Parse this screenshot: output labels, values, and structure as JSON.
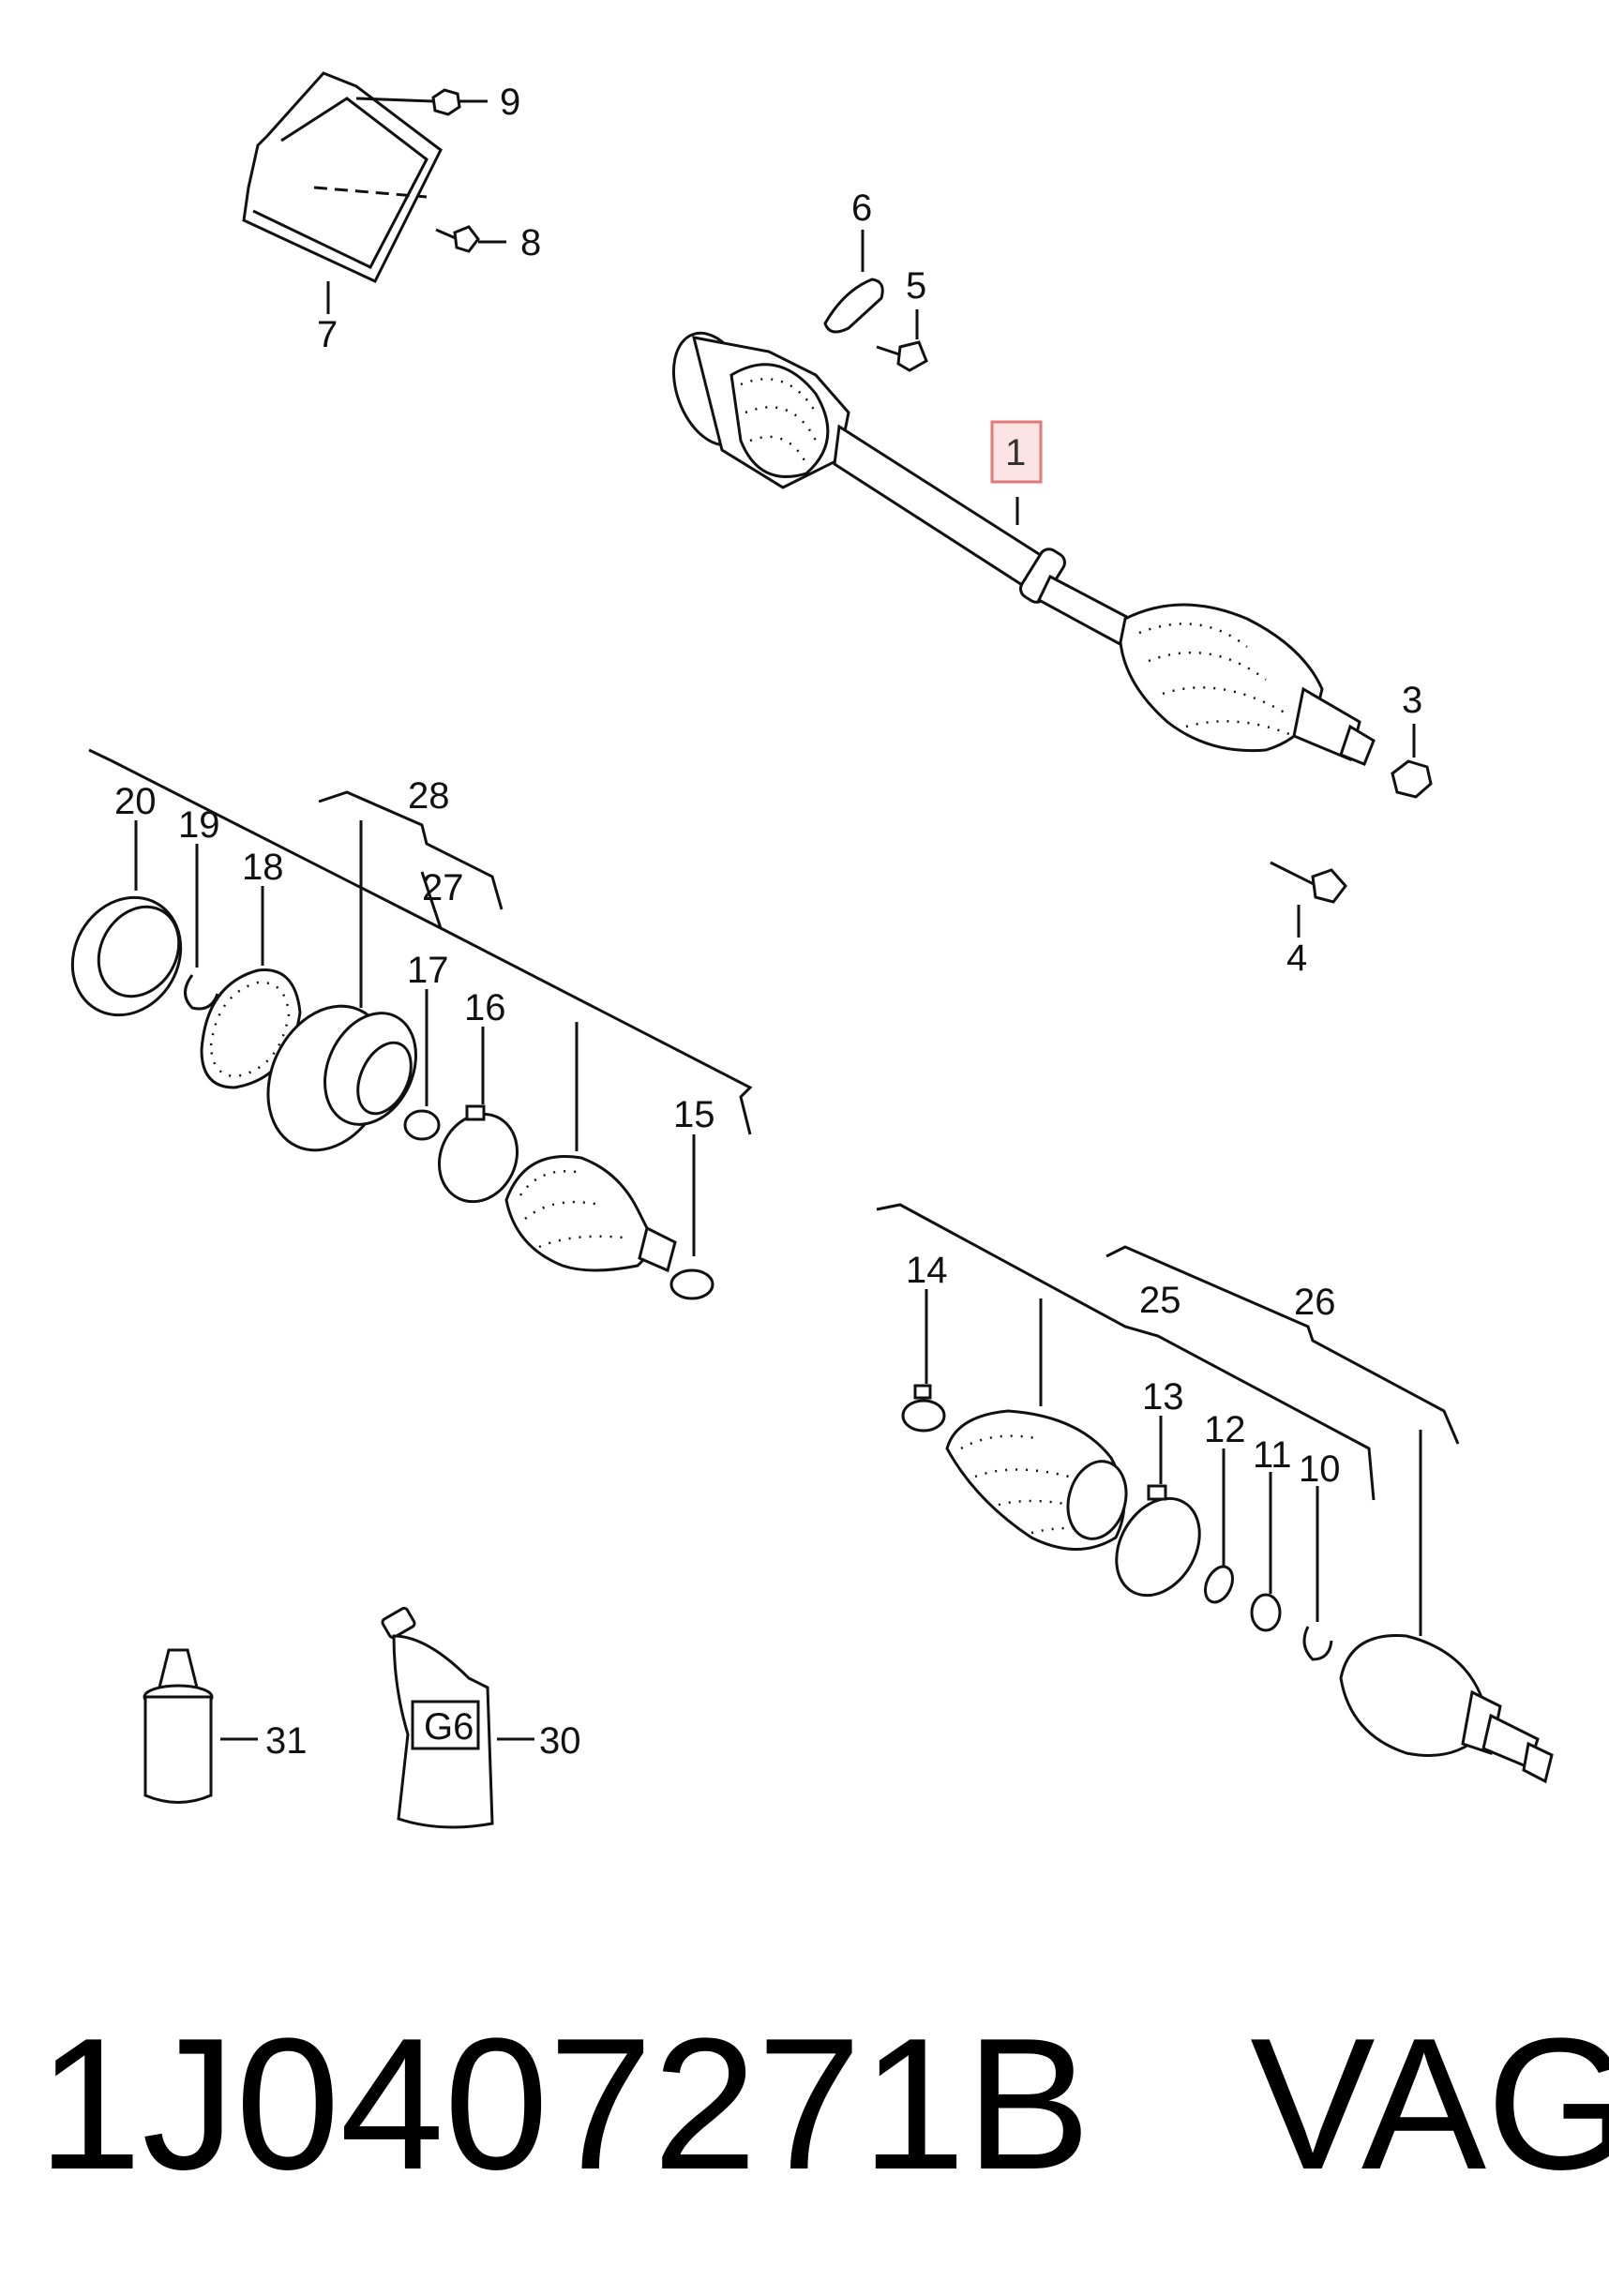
{
  "diagram": {
    "selected_callout": "1",
    "colors": {
      "line": "#111111",
      "highlight_border": "#e07a7a",
      "highlight_fill": "#fbe3e3"
    },
    "callouts": [
      {
        "id": "c1",
        "text": "1"
      },
      {
        "id": "c3",
        "text": "3"
      },
      {
        "id": "c4",
        "text": "4"
      },
      {
        "id": "c5",
        "text": "5"
      },
      {
        "id": "c6",
        "text": "6"
      },
      {
        "id": "c7",
        "text": "7"
      },
      {
        "id": "c8",
        "text": "8"
      },
      {
        "id": "c9",
        "text": "9"
      },
      {
        "id": "c10",
        "text": "10"
      },
      {
        "id": "c11",
        "text": "11"
      },
      {
        "id": "c12",
        "text": "12"
      },
      {
        "id": "c13",
        "text": "13"
      },
      {
        "id": "c14",
        "text": "14"
      },
      {
        "id": "c15",
        "text": "15"
      },
      {
        "id": "c16",
        "text": "16"
      },
      {
        "id": "c17",
        "text": "17"
      },
      {
        "id": "c18",
        "text": "18"
      },
      {
        "id": "c19",
        "text": "19"
      },
      {
        "id": "c20",
        "text": "20"
      },
      {
        "id": "c25",
        "text": "25"
      },
      {
        "id": "c26",
        "text": "26"
      },
      {
        "id": "c27",
        "text": "27"
      },
      {
        "id": "c28",
        "text": "28"
      },
      {
        "id": "c30",
        "text": "30"
      },
      {
        "id": "c31",
        "text": "31"
      }
    ],
    "tube_label": "G6"
  },
  "footer": {
    "part_number": "1J0407271B",
    "brand": "VAG"
  }
}
